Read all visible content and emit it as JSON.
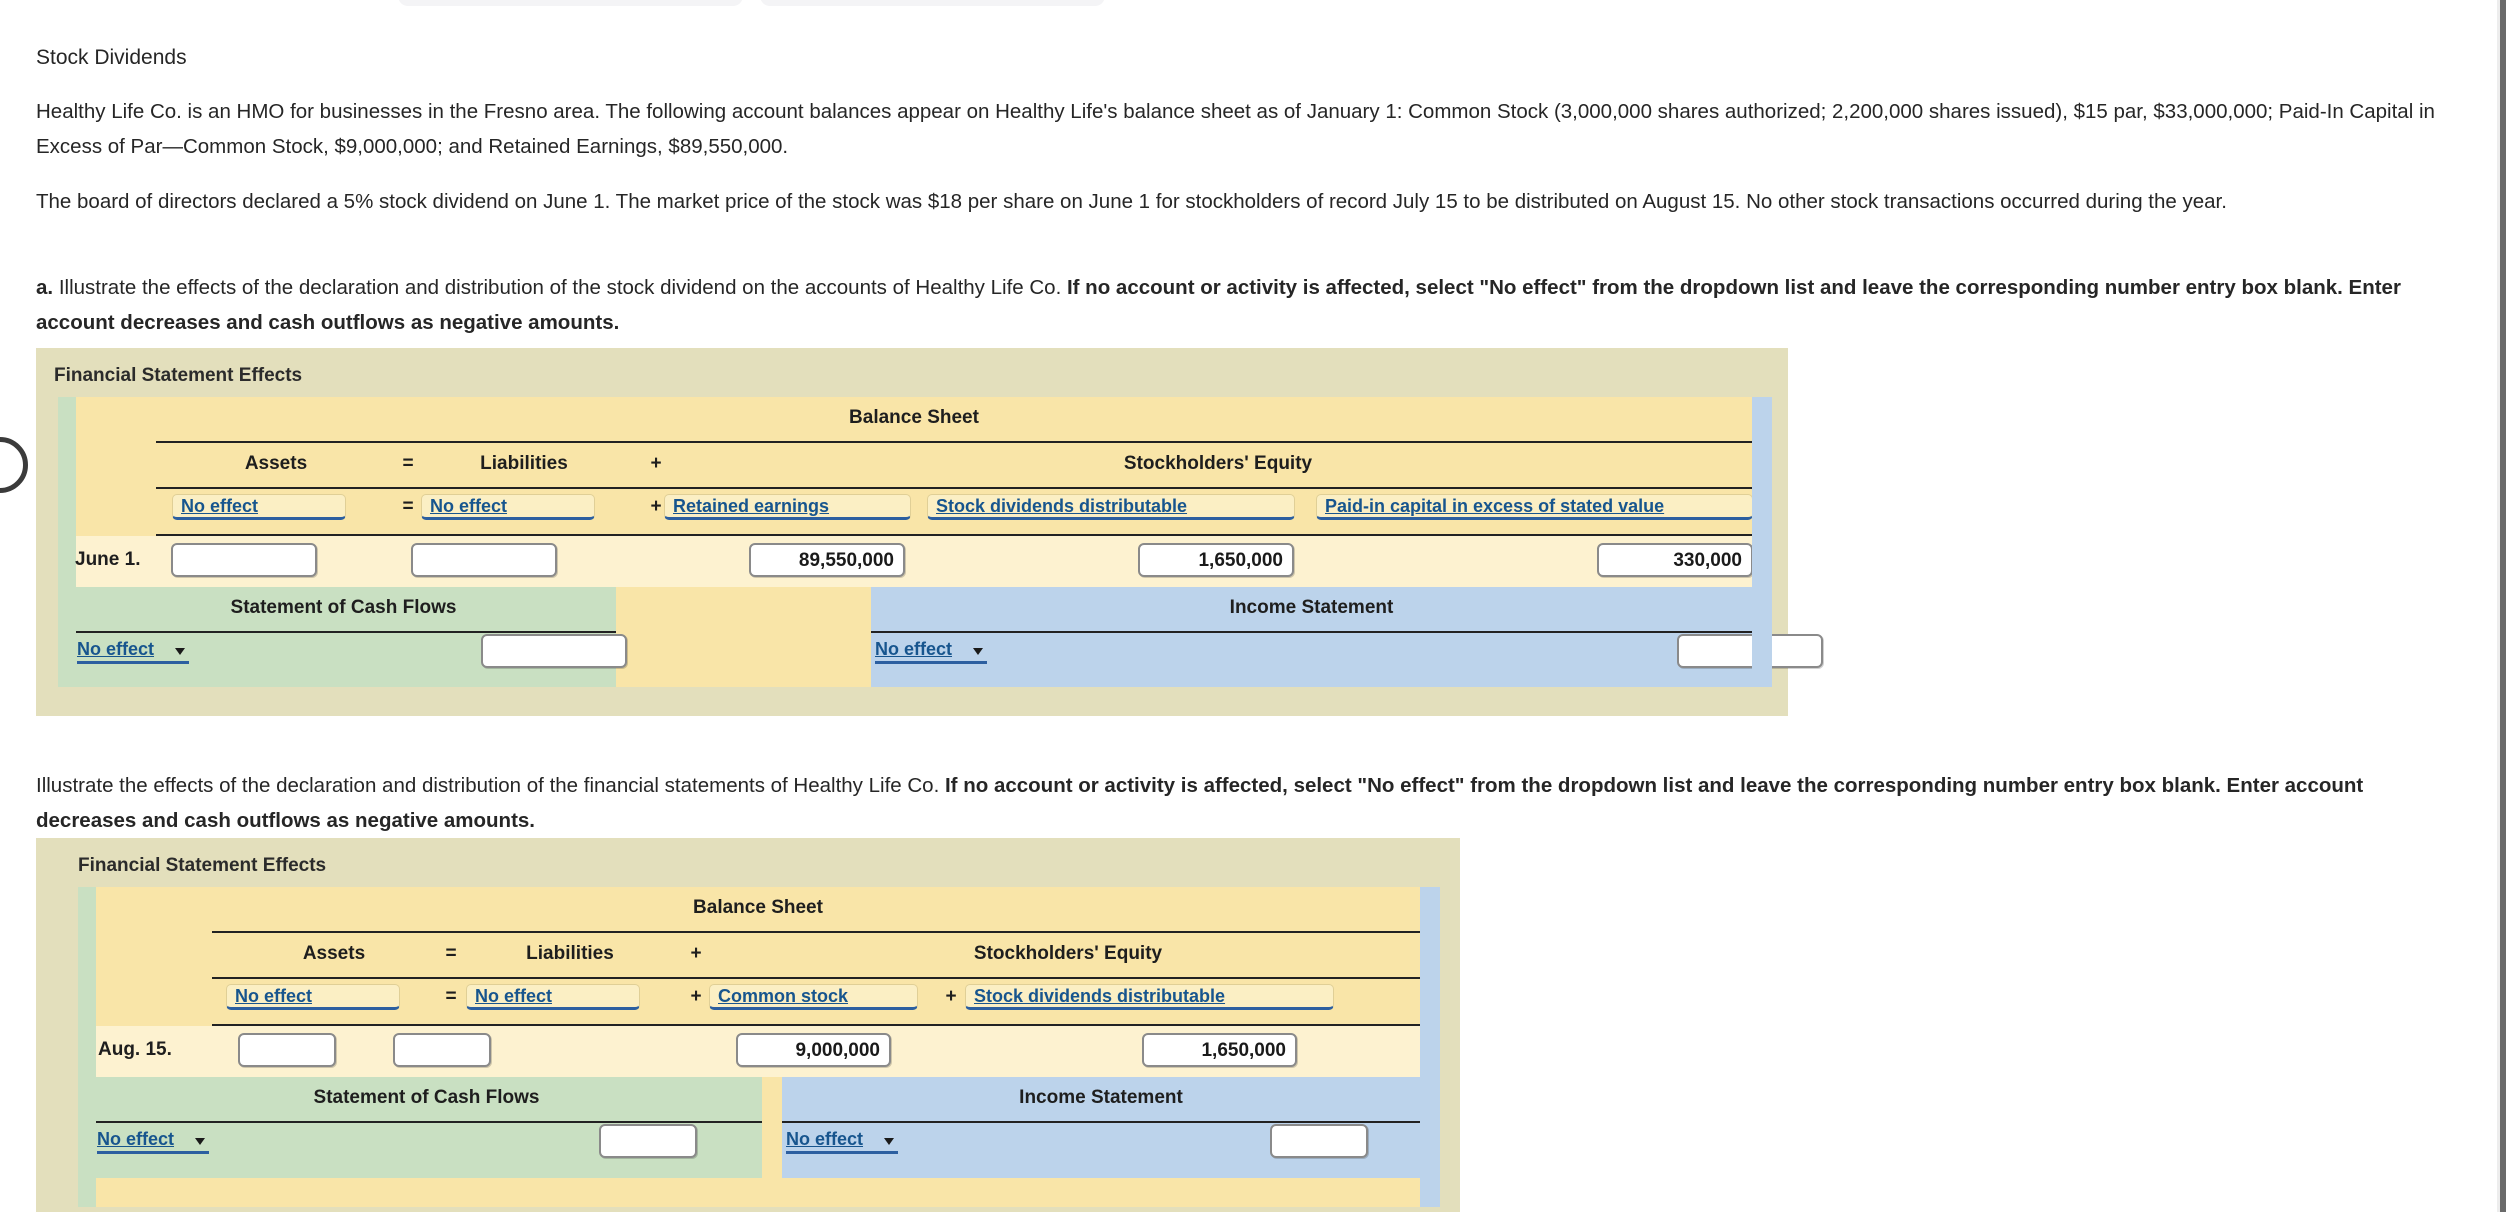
{
  "heading": "Stock Dividends",
  "paragraphs": {
    "balances": "Healthy Life Co. is an HMO for businesses in the Fresno area. The following account balances appear on Healthy Life's balance sheet as of January 1: Common Stock (3,000,000 shares authorized; 2,200,000 shares issued), $15 par, $33,000,000; Paid-In Capital in Excess of Par—Common Stock, $9,000,000; and Retained Earnings, $89,550,000.",
    "board": "The board of directors declared a 5% stock dividend on June 1. The market price of the stock was $18 per share on June 1 for stockholders of record July 15 to be distributed on August 15. No other stock transactions occurred during the year.",
    "part_a_letter": "a.",
    "part_a_normal": "Illustrate the effects of the declaration and distribution of the stock dividend on the accounts of Healthy Life Co.",
    "part_a_bold": "If no account or activity is affected, select \"No effect\" from the dropdown list and leave the corresponding number entry box blank. Enter account decreases and cash outflows as negative amounts.",
    "part_b_normal": "Illustrate the effects of the declaration and distribution of the financial statements of Healthy Life Co.",
    "part_b_bold": "If no account or activity is affected, select \"No effect\" from the dropdown list and leave the corresponding number entry box blank. Enter account decreases and cash outflows as negative amounts."
  },
  "panel1": {
    "title": "Financial Statement Effects",
    "balance_sheet_title": "Balance Sheet",
    "col_assets": "Assets",
    "col_liabilities": "Liabilities",
    "col_equity": "Stockholders' Equity",
    "op_equals": "=",
    "op_plus": "+",
    "row_label": "June 1.",
    "accounts": [
      {
        "label": "No effect",
        "amount": ""
      },
      {
        "label": "No effect",
        "amount": ""
      },
      {
        "label": "Retained earnings",
        "amount": "89,550,000"
      },
      {
        "label": "Stock dividends distributable",
        "amount": "1,650,000"
      },
      {
        "label": "Paid-in capital in excess of stated value",
        "amount": "330,000"
      }
    ],
    "cash_flows_title": "Statement of Cash Flows",
    "income_title": "Income Statement",
    "cash_flows_select": "No effect",
    "cash_flows_amount": "",
    "income_select": "No effect",
    "income_amount": ""
  },
  "panel2": {
    "title": "Financial Statement Effects",
    "balance_sheet_title": "Balance Sheet",
    "col_assets": "Assets",
    "col_liabilities": "Liabilities",
    "col_equity": "Stockholders' Equity",
    "op_equals": "=",
    "op_plus": "+",
    "row_label": "Aug. 15.",
    "accounts": [
      {
        "label": "No effect",
        "amount": ""
      },
      {
        "label": "No effect",
        "amount": ""
      },
      {
        "label": "Common stock",
        "amount": "9,000,000"
      },
      {
        "label": "Stock dividends distributable",
        "amount": "1,650,000"
      }
    ],
    "cash_flows_title": "Statement of Cash Flows",
    "income_title": "Income Statement",
    "cash_flows_select": "No effect",
    "cash_flows_amount": "",
    "income_select": "No effect",
    "income_amount": ""
  },
  "colors": {
    "panel_outer": "#e3dfbc",
    "panel_inner": "#f9e5a8",
    "cash_flow_band": "#c9e0c2",
    "income_band": "#bcd3eb",
    "row_band": "#fdf2d0",
    "link_blue": "#17558e"
  }
}
